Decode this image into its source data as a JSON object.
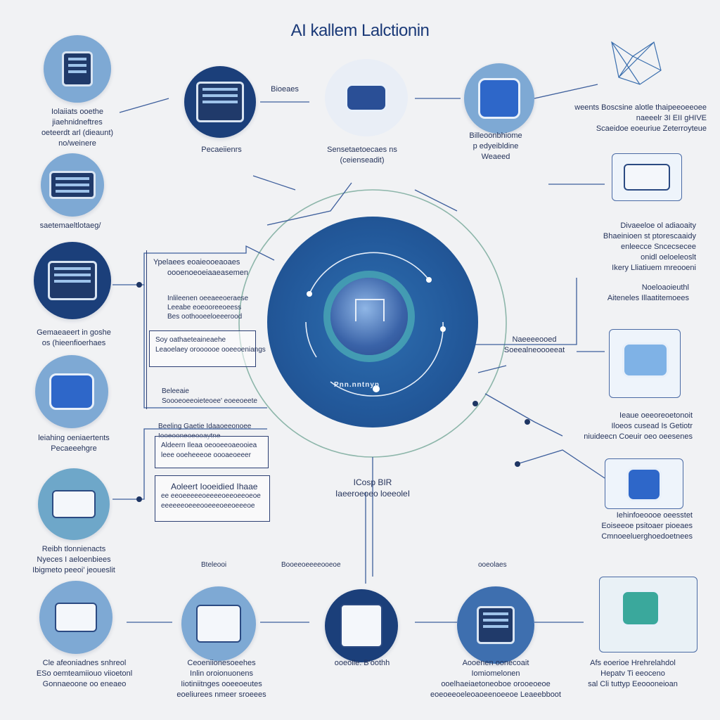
{
  "title": "AI kallem Lalctionin",
  "left_column": [
    {
      "label": [
        "Iolaiiats ooethe",
        "jiaehnidneftres",
        "oeteerdt arl (dieaunt)",
        "no/weinere"
      ]
    },
    {
      "label": [
        "saetemaeltlotaeg/"
      ]
    },
    {
      "label": [
        "Gemaeaeert in goshe",
        "os (hieenfioerhaes"
      ]
    },
    {
      "label": [
        "leiahing oeniaertents",
        "Pecaeeehgre"
      ]
    },
    {
      "label": [
        "Reibh tlonnienacts",
        "Nyeces I aeloenbiees",
        "Ibigmeto peeoi' jeoueslit"
      ]
    },
    {
      "label": [
        "Cle afeoniadnes snhreol",
        "ESo oemteamiiouo viioetonl",
        "Gonnaeoone oo eneaeo"
      ]
    }
  ],
  "top_row": [
    {
      "label": [
        "Pecaeiienrs"
      ]
    },
    {
      "label": [
        "Bioeaes"
      ]
    },
    {
      "label": [
        "Sensetaetoecaes ns",
        "(ceienseadit)"
      ]
    },
    {
      "label": [
        "Billeoonbhiome",
        "p edyeibldine",
        "Weaeed"
      ]
    }
  ],
  "right_column": [
    {
      "label": [
        "weents  Boscsine alotle thaipeeoeeoee",
        "naeeelr 3I EII gHIVE",
        "Scaeidoe eoeuriue Zeterroyteue"
      ]
    },
    {
      "label": [
        "Divaeeloe ol adiaoaity",
        "Bhaeinioen st ptorescaaidy",
        "enleecce Sncecsecee",
        "onidl oeloeleoslt",
        "Ikery Lliatiuem mreooeni"
      ]
    },
    {
      "label": [
        "Noeloaoieuthl",
        "Aiteneles Illaatitemoees"
      ]
    },
    {
      "label": [
        "Ieaue oeeoreoetonoit",
        "Iloeos cusead Is Getiotr",
        "niuideecn  Coeuir oeo oeesenes"
      ]
    },
    {
      "label": [
        "Iehinfoeoooe oeesstet",
        "Eoiseeoe psitoaer pioeaes",
        "Cmnoeeluerghoedoetnees"
      ]
    },
    {
      "label": [
        "Afs eoerioe Hrehrelahdol",
        "Hepatv Ti eeoceno",
        "sal Cli tuttyp Eeoooneioan"
      ]
    }
  ],
  "bottom_row": [
    {
      "label": [
        "Ceoeniionesoeehes",
        "Inlin oroionuonens",
        "Iiotiniitnges ooeeoeutes",
        "eoeliurees  nmeer sroeees"
      ]
    },
    {
      "label": [
        "ooeolle. B'oothh"
      ]
    },
    {
      "label": [
        "Aooenen oonecoait",
        "Iomiomelonen",
        "ooelhaeiaetoneoboe orooeoeoe",
        "eoeoeeoeleoaoeenoeeoe Leaeebboot"
      ]
    }
  ],
  "left_panel": {
    "top_box": [
      "Ypelaees eoaieooeaoaes",
      "oooenoeoeiaaeasemen"
    ],
    "mid_box": [
      "Inlileenen oeeaeeoeraese",
      "Leeabe eoeooreeoeess",
      "Bes oothooeeloeeerood"
    ],
    "low_box": [
      "Soy oathaeteaineaehe",
      "Leaoelaey oroooooe ooeeoeniangs"
    ],
    "small": [
      "Beleeaie",
      "Soooeoeeoieteoee' eoeeoeete"
    ]
  },
  "bottom_panel": {
    "top": [
      "Beeling Gaetie Idaaoeeonoee",
      "Iooeooneoeooaytne"
    ],
    "mid": [
      "Aldeern Ileaa oeooeeoaeooiea",
      "leee ooeheeeoe oooaeoeeer"
    ],
    "box": [
      "Aoleert Iooeidied Ihaae",
      "ee eeoeeeeeoeeeeoeeoeeoeoe",
      "eeeeeeoeeeooeeeoeeoeeeoe"
    ]
  },
  "center": {
    "model_label": [
      "Naeeeeooed",
      "Soeealneoooeeat"
    ],
    "arc_text": "Pnn.nntnyn",
    "below": [
      "ICosp   BIR",
      "Iaeeroeoeo   loeeoleI"
    ],
    "left_small": "Bteleooi",
    "mid_small": "Booeeoeeeeooeoe",
    "right_small": "ooeolaes"
  },
  "colors": {
    "background": "#f1f2f4",
    "hub": "#235a9c",
    "accent": "#2e67c9",
    "text": "#25335a",
    "wire": "#3e5f9c"
  }
}
